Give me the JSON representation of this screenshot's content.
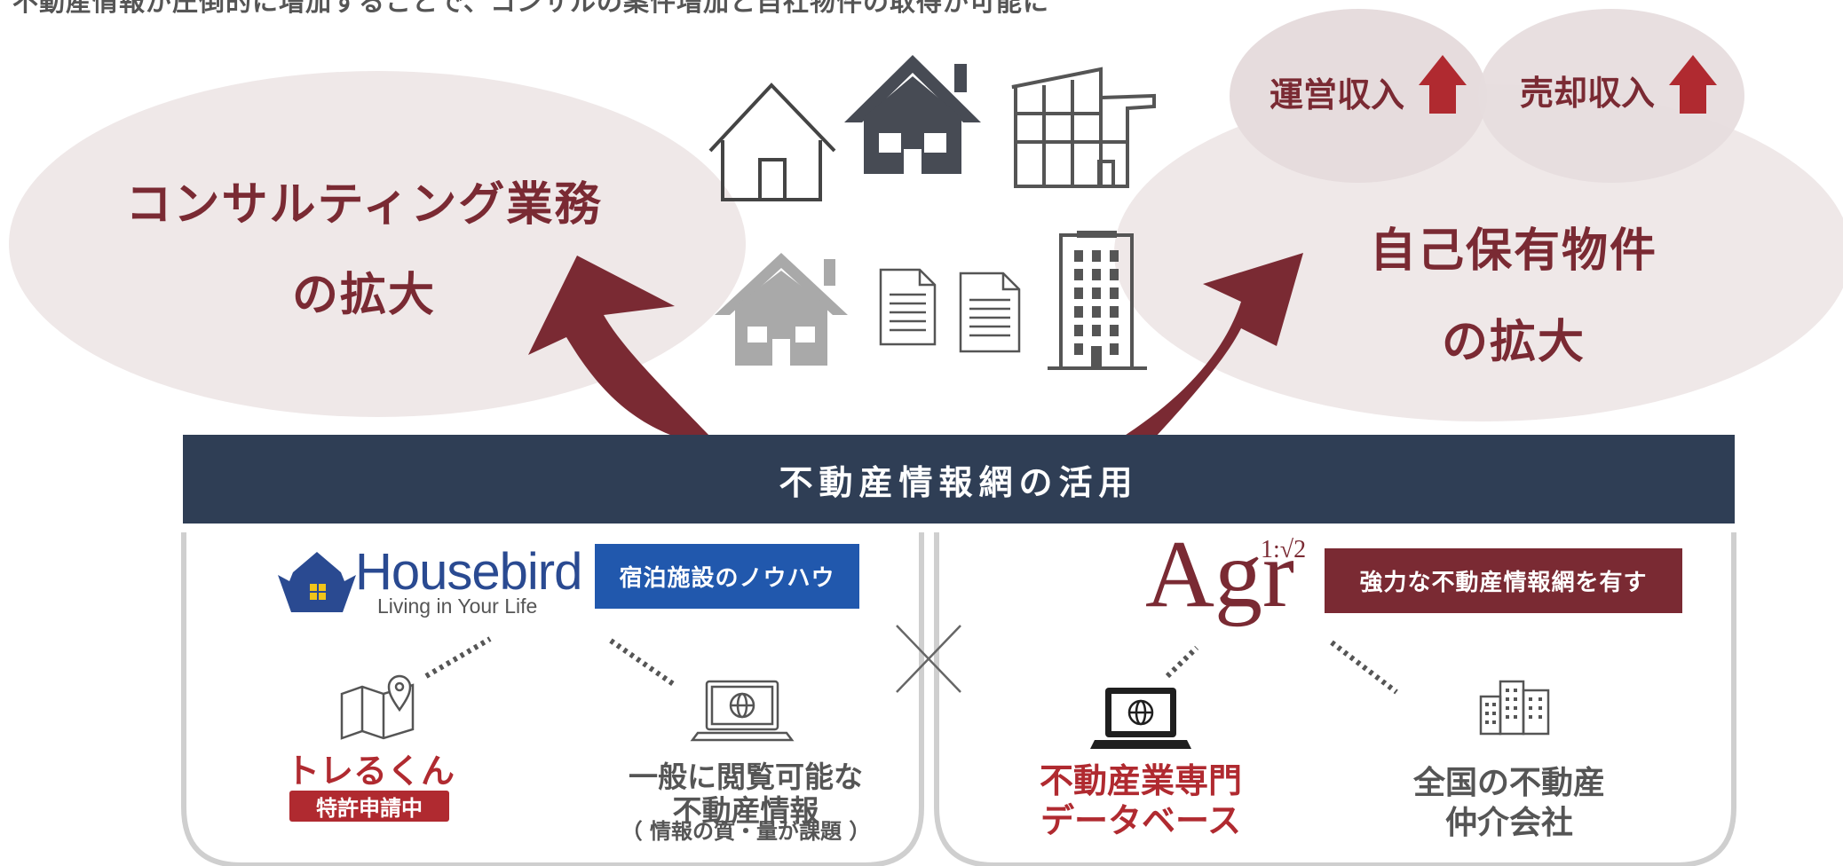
{
  "headline": "不動産情報が圧倒的に増加することで、コンサルの案件増加と自社物件の取得が可能に",
  "consulting": {
    "line1": "コンサルティング業務",
    "line2": "の拡大"
  },
  "owned_property": {
    "line1": "自己保有物件",
    "line2": "の拡大"
  },
  "revenue": {
    "operating": "運営収入",
    "sales": "売却収入"
  },
  "banner": "不動産情報網の活用",
  "housebird": {
    "logo_name": "Housebird",
    "logo_tagline": "Living in Your Life",
    "tag": "宿泊施設のノウハウ",
    "service_name": "トレるくん",
    "patent_badge": "特許申請中",
    "public_info": {
      "line1": "一般に閲覧可能な",
      "line2": "不動産情報",
      "note": "（ 情報の質・量が課題 ）"
    }
  },
  "cross_symbol": "×",
  "agr": {
    "logo_name": "Agr",
    "logo_superscript": "1:√2",
    "tag": "強力な不動産情報網を有す",
    "database": {
      "line1": "不動産業専門",
      "line2": "データベース"
    },
    "brokers": {
      "line1": "全国の不動産",
      "line2": "仲介会社"
    }
  },
  "icons": [
    "house-outline-icon",
    "house-dark-icon",
    "building-outline-icon",
    "house-gray-icon",
    "document-icon",
    "document-icon",
    "office-tower-icon",
    "map-pin-icon",
    "laptop-globe-icon",
    "buildings-icon",
    "up-arrow-icon"
  ],
  "colors": {
    "accent": "#7a2a33",
    "banner": "#2f3e55",
    "blue_tag": "#2158ad",
    "red_text": "#b02a30",
    "bubble": "#efe8e8"
  }
}
